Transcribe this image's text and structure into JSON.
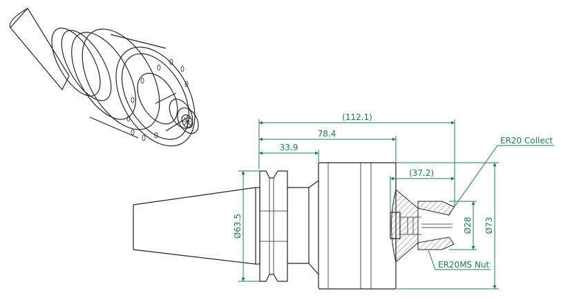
{
  "drawing": {
    "colors": {
      "dimension": "#1e7a48",
      "outline": "#222222"
    },
    "dimensions": {
      "overall_length": "(112.1)",
      "body_length": "78.4",
      "flange_length": "33.9",
      "nut_projection": "(37.2)",
      "flange_diameter": "Ø63.5",
      "body_diameter": "Ø73",
      "nut_diameter": "Ø28"
    },
    "callouts": {
      "collet": "ER20 Collect",
      "nut": "ER20MS Nut"
    }
  }
}
